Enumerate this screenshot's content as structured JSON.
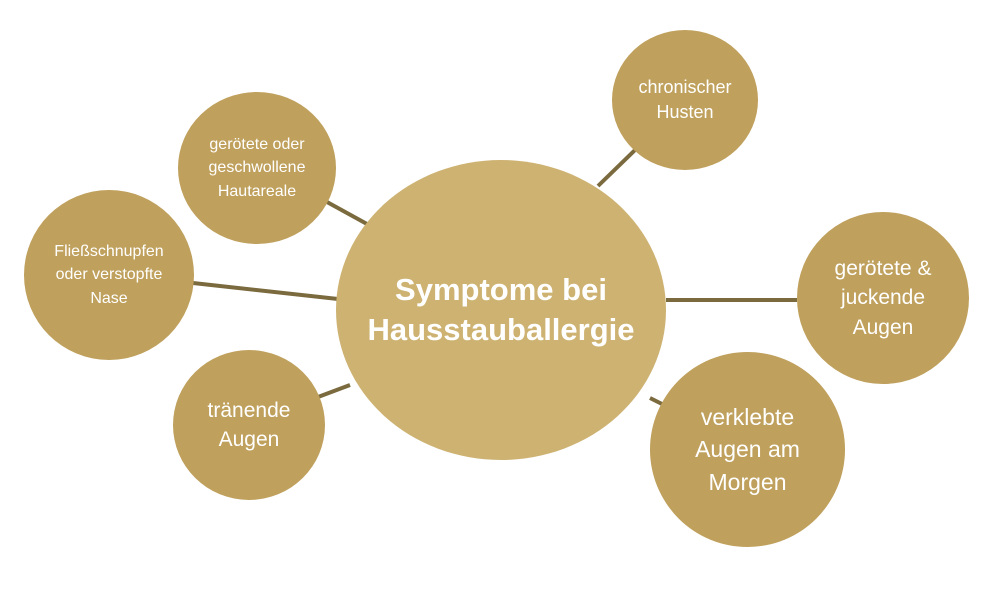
{
  "colors": {
    "center_fill": "#cdb272",
    "bubble_fill": "#bfa05c",
    "connector": "#7a6a3e",
    "text": "#ffffff"
  },
  "center": {
    "label": "Symptome bei\nHausstauballergie"
  },
  "symptoms": {
    "husten": "chronischer\nHusten",
    "haut": "gerötete oder\ngeschwollene\nHautareale",
    "nase": "Fließschnupfen\noder verstopfte\nNase",
    "traenen": "tränende\nAugen",
    "rot_augen": "gerötete &\njuckende\nAugen",
    "verklebt": "verklebte\nAugen am\nMorgen"
  }
}
